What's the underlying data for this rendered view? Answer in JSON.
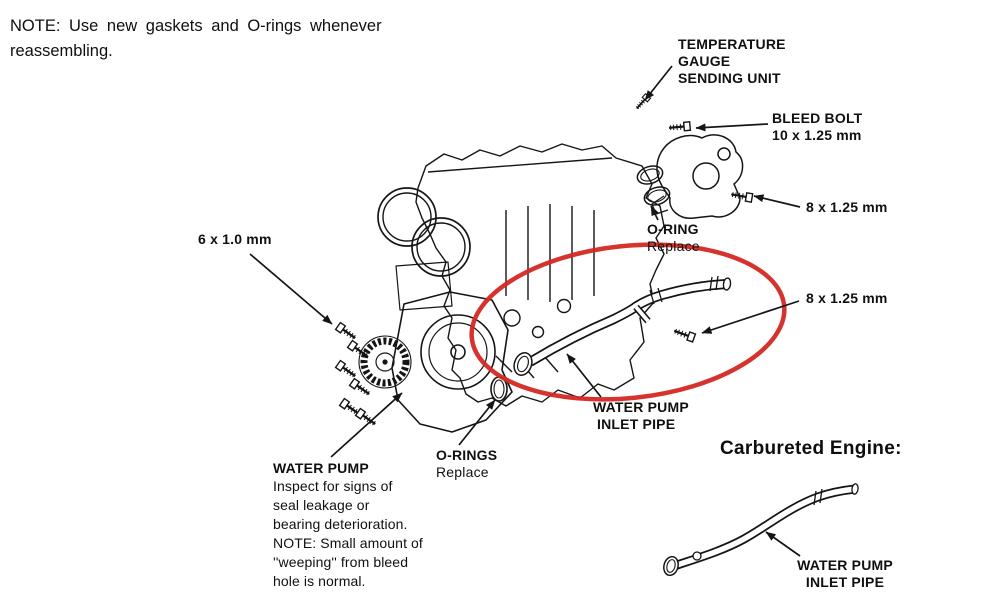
{
  "note": {
    "line1": "NOTE: Use new gaskets and O-rings whenever",
    "line2": "reassembling."
  },
  "callouts": {
    "temperature_gauge": {
      "line1": "TEMPERATURE",
      "line2": "GAUGE",
      "line3": "SENDING UNIT"
    },
    "bleed_bolt": {
      "line1": "BLEED BOLT",
      "line2": "10 x 1.25 mm"
    },
    "bolt_8x125_top": "8 x 1.25 mm",
    "o_ring_upper": {
      "title": "O-RING",
      "note": "Replace"
    },
    "bolt_6x10": "6 x 1.0 mm",
    "bolt_8x125_mid": "8 x 1.25 mm",
    "water_pump_inlet_pipe": {
      "line1": "WATER PUMP",
      "line2": "INLET PIPE"
    },
    "o_rings_lower": {
      "title": "O-RINGS",
      "note": "Replace"
    },
    "water_pump": {
      "title": "WATER PUMP",
      "desc": [
        "Inspect for signs of",
        "seal leakage or",
        "bearing deterioration.",
        "NOTE: Small amount of",
        "''weeping'' from bleed",
        "hole is normal."
      ]
    },
    "carbureted_engine": "Carbureted Engine:",
    "water_pump_inlet_pipe_bottom": {
      "line1": "WATER PUMP",
      "line2": "INLET PIPE"
    }
  },
  "colors": {
    "highlight_red": "#d42823",
    "ink": "#151515"
  }
}
